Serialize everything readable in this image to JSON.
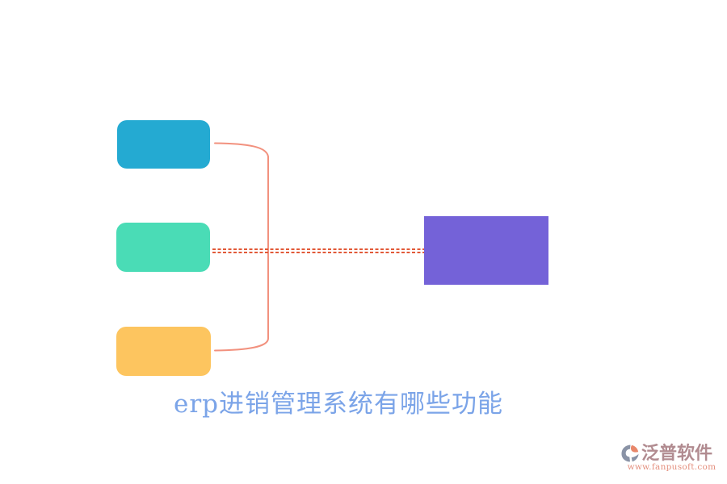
{
  "diagram": {
    "title": "erp进销管理系统有哪些功能",
    "title_color": "#7ba4e8",
    "nodes": {
      "top": {
        "label": "",
        "color": "#24aad2"
      },
      "middle": {
        "label": "",
        "color": "#4adcb6"
      },
      "bottom": {
        "label": "",
        "color": "#fdc55f"
      },
      "result": {
        "label": "",
        "color": "#7462d8"
      }
    },
    "connectors": {
      "bracket_color": "#f2917e",
      "dotted_color": "#e25a39"
    }
  },
  "watermark": {
    "brand": "泛普软件",
    "brand_color": "#b18b90",
    "url": "www.fanpusoft.com",
    "url_color": "#e4907f",
    "logo_gray": "#8a93a6",
    "logo_salmon": "#e8876a"
  }
}
